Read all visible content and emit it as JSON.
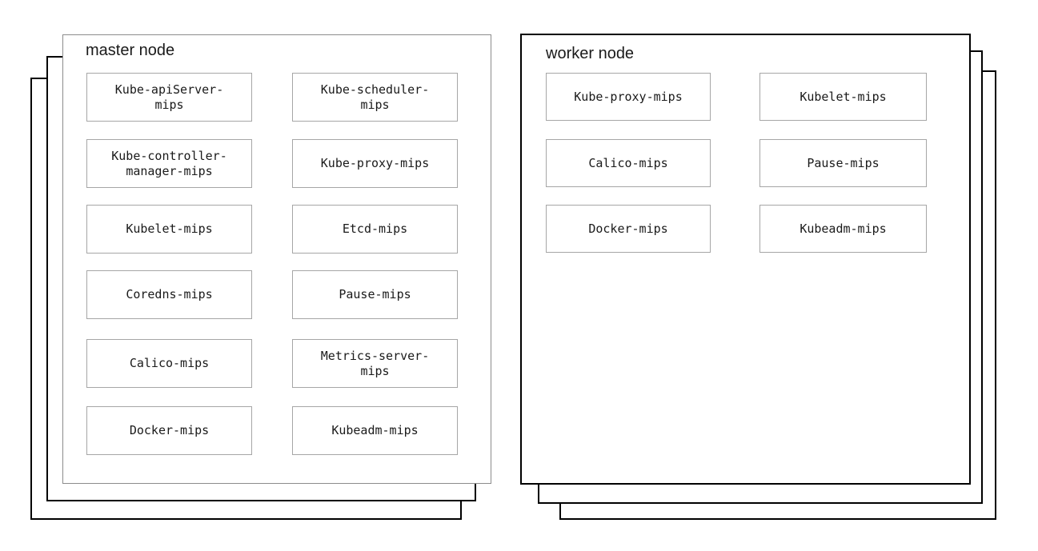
{
  "diagram": {
    "master": {
      "title": "master node",
      "components": [
        "Kube-apiServer-\nmips",
        "Kube-scheduler-\nmips",
        "Kube-controller-\nmanager-mips",
        "Kube-proxy-mips",
        "Kubelet-mips",
        "Etcd-mips",
        "Coredns-mips",
        "Pause-mips",
        "Calico-mips",
        "Metrics-server-\nmips",
        "Docker-mips",
        "Kubeadm-mips"
      ]
    },
    "worker": {
      "title": "worker node",
      "components": [
        "Kube-proxy-mips",
        "Kubelet-mips",
        "Calico-mips",
        "Pause-mips",
        "Docker-mips",
        "Kubeadm-mips"
      ]
    }
  },
  "colors": {
    "background": "#ffffff",
    "stack-border": "#000000",
    "master-front-border": "#8c8c8c",
    "worker-front-border": "#000000",
    "component-border": "#a6a6a6",
    "text": "#1a1a1a"
  }
}
